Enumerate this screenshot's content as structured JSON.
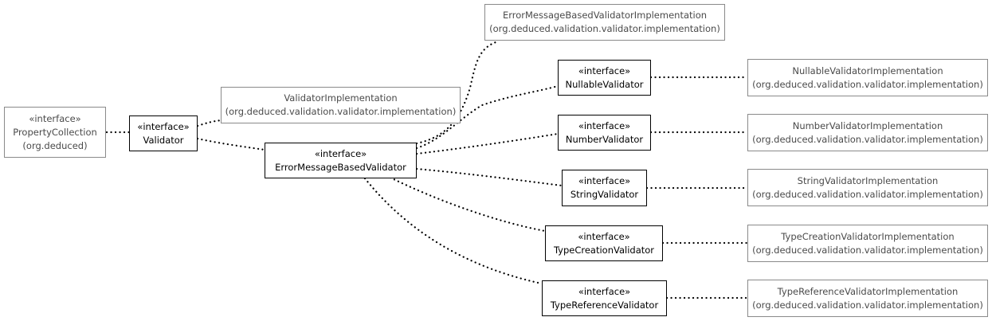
{
  "nodes": {
    "property_collection": {
      "stereotype": "«interface»",
      "name": "PropertyCollection",
      "package": "(org.deduced)"
    },
    "validator": {
      "stereotype": "«interface»",
      "name": "Validator"
    },
    "validator_impl": {
      "name": "ValidatorImplementation",
      "package": "(org.deduced.validation.validator.implementation)"
    },
    "error_message_based_validator": {
      "stereotype": "«interface»",
      "name": "ErrorMessageBasedValidator"
    },
    "error_message_based_validator_impl": {
      "name": "ErrorMessageBasedValidatorImplementation",
      "package": "(org.deduced.validation.validator.implementation)"
    },
    "nullable_validator": {
      "stereotype": "«interface»",
      "name": "NullableValidator"
    },
    "nullable_validator_impl": {
      "name": "NullableValidatorImplementation",
      "package": "(org.deduced.validation.validator.implementation)"
    },
    "number_validator": {
      "stereotype": "«interface»",
      "name": "NumberValidator"
    },
    "number_validator_impl": {
      "name": "NumberValidatorImplementation",
      "package": "(org.deduced.validation.validator.implementation)"
    },
    "string_validator": {
      "stereotype": "«interface»",
      "name": "StringValidator"
    },
    "string_validator_impl": {
      "name": "StringValidatorImplementation",
      "package": "(org.deduced.validation.validator.implementation)"
    },
    "type_creation_validator": {
      "stereotype": "«interface»",
      "name": "TypeCreationValidator"
    },
    "type_creation_validator_impl": {
      "name": "TypeCreationValidatorImplementation",
      "package": "(org.deduced.validation.validator.implementation)"
    },
    "type_reference_validator": {
      "stereotype": "«interface»",
      "name": "TypeReferenceValidator"
    },
    "type_reference_validator_impl": {
      "name": "TypeReferenceValidatorImplementation",
      "package": "(org.deduced.validation.validator.implementation)"
    }
  },
  "edges": [
    [
      "property_collection",
      "validator"
    ],
    [
      "validator",
      "validator_impl"
    ],
    [
      "validator",
      "error_message_based_validator"
    ],
    [
      "error_message_based_validator",
      "error_message_based_validator_impl"
    ],
    [
      "error_message_based_validator",
      "nullable_validator"
    ],
    [
      "error_message_based_validator",
      "number_validator"
    ],
    [
      "error_message_based_validator",
      "string_validator"
    ],
    [
      "error_message_based_validator",
      "type_creation_validator"
    ],
    [
      "error_message_based_validator",
      "type_reference_validator"
    ],
    [
      "nullable_validator",
      "nullable_validator_impl"
    ],
    [
      "number_validator",
      "number_validator_impl"
    ],
    [
      "string_validator",
      "string_validator_impl"
    ],
    [
      "type_creation_validator",
      "type_creation_validator_impl"
    ],
    [
      "type_reference_validator",
      "type_reference_validator_impl"
    ]
  ]
}
